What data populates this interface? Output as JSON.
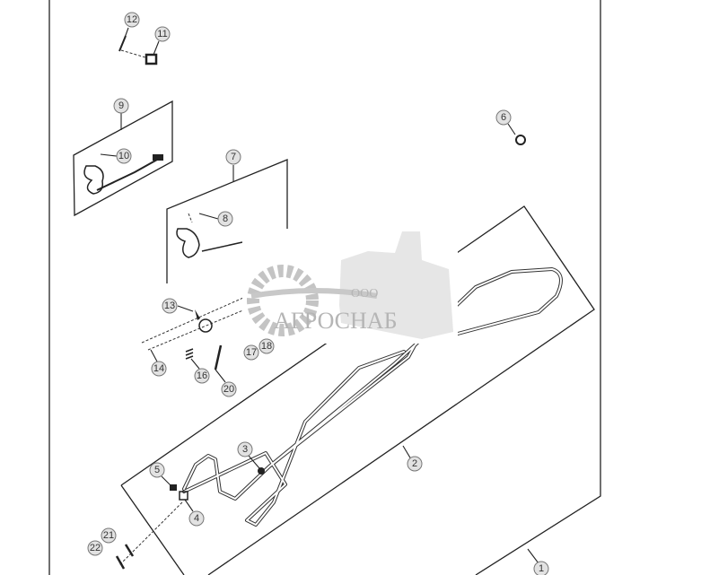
{
  "diagram": {
    "callouts": [
      "1",
      "2",
      "3",
      "4",
      "5",
      "6",
      "7",
      "8",
      "9",
      "10",
      "11",
      "12",
      "13",
      "14",
      "16",
      "17",
      "18",
      "20",
      "21",
      "22"
    ]
  },
  "watermark": {
    "prefix": "ООО",
    "name": "АГРОСНАБ"
  },
  "colors": {
    "callout_fill": "#e2e2e2",
    "line": "#222222",
    "watermark": "#b5b5b5"
  }
}
